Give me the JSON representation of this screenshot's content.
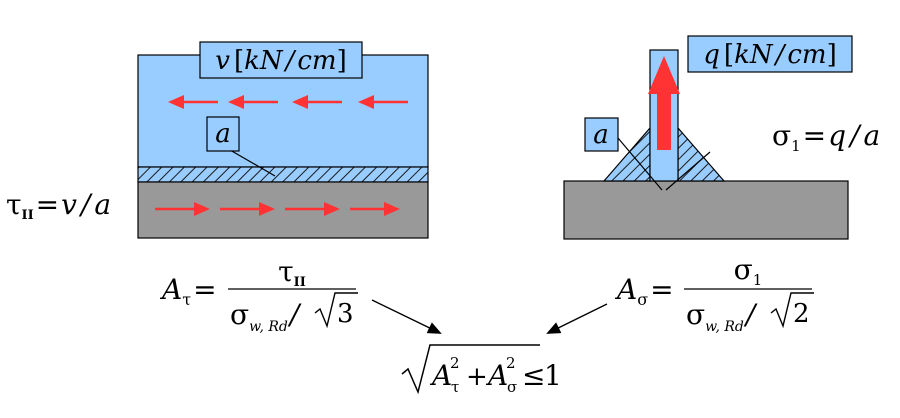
{
  "colors": {
    "light_blue": "#99ccff",
    "gray": "#999999",
    "arrow_red": "#ff3333",
    "outline": "#000000",
    "hatch": "#1a1a1a"
  },
  "left_panel": {
    "load_label": {
      "symbol": "v",
      "open": "[",
      "unit": "kN",
      "slash": "/",
      "unit2": "cm",
      "close": "]"
    },
    "weld_label": "a",
    "stress_label": {
      "tau": "τ",
      "sub": "II",
      "eq": "=",
      "v": "v",
      "slash": "/",
      "a": "a"
    }
  },
  "right_panel": {
    "load_label": {
      "symbol": "q",
      "open": "[",
      "unit": "kN",
      "slash": "/",
      "unit2": "cm",
      "close": "]"
    },
    "weld_label": "a",
    "stress_label": {
      "sigma": "σ",
      "sub": "1",
      "eq": "=",
      "q": "q",
      "slash": "/",
      "a": "a"
    }
  },
  "formulas": {
    "a_tau": {
      "A": "A",
      "sub": "τ",
      "eq": "=",
      "num_tau": "τ",
      "num_sub": "II",
      "den_sigma": "σ",
      "den_sub": "w, Rd",
      "den_slash": "/",
      "den_root": "3"
    },
    "a_sigma": {
      "A": "A",
      "sub": "σ",
      "eq": "=",
      "num_sigma": "σ",
      "num_sub": "1",
      "den_sigma": "σ",
      "den_sub": "w, Rd",
      "den_slash": "/",
      "den_root": "2"
    },
    "check": {
      "A1": "A",
      "sup1": "2",
      "sub1": "τ",
      "plus": "+",
      "A2": "A",
      "sup2": "2",
      "sub2": "σ",
      "leq": "≤",
      "one": "1"
    }
  }
}
